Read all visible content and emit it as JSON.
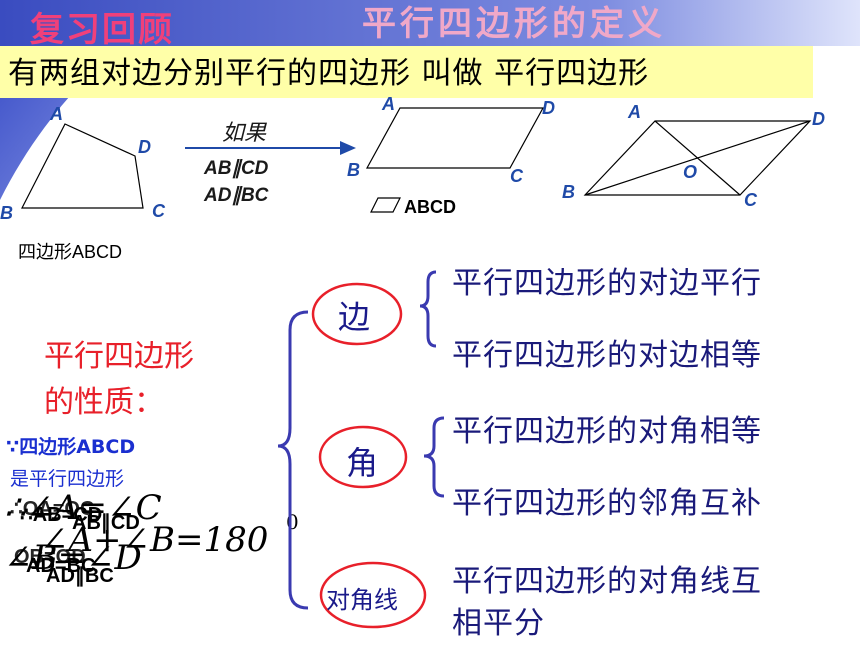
{
  "header": {
    "review": "复习回顾",
    "title": "平行四边形的定义"
  },
  "definition": "有两组对边分别平行的四边形 叫做 平行四边形",
  "diagram": {
    "quad_vertices": {
      "a": "A",
      "b": "B",
      "c": "C",
      "d": "D"
    },
    "quad_caption": "四边形ABCD",
    "arrow_if": "如果",
    "cond1": "AB∥CD",
    "cond2": "AD∥BC",
    "para_vertices": {
      "a": "A",
      "b": "B",
      "c": "C",
      "d": "D"
    },
    "para_caption": "ABCD",
    "diag_vertices": {
      "a": "A",
      "b": "B",
      "c": "C",
      "d": "D",
      "o": "O"
    }
  },
  "properties": {
    "title_line1": "平行四边形",
    "title_line2": "的性质：",
    "given_line1": "∵四边形ABCD",
    "given_line2": "是平行四边形",
    "math_line1": "∴∠A=∠C",
    "math_line2": "∠A+∠B=180",
    "math_exp": "0",
    "math_line3": "∠B=∠D",
    "overlap_1": "∴AB=CD",
    "overlap_2": "AB∥CD",
    "overlap_3": "∴OA=OC",
    "overlap_4": "AD=BC",
    "overlap_5": "OB=OD",
    "overlap_6": "AD∥BC",
    "categories": [
      {
        "label": "边",
        "items": [
          "平行四边形的对边平行",
          "平行四边形的对边相等"
        ]
      },
      {
        "label": "角",
        "items": [
          "平行四边形的对角相等",
          "平行四边形的邻角互补"
        ]
      },
      {
        "label": "对角线",
        "items": [
          "平行四边形的对角线互",
          "相平分"
        ]
      }
    ]
  },
  "colors": {
    "review": "#f0407a",
    "title": "#f0a8c8",
    "definition_bg": "#ffffa8",
    "red": "#e8202a",
    "navy": "#1a1a7a",
    "bracket": "#3a3ab0"
  }
}
